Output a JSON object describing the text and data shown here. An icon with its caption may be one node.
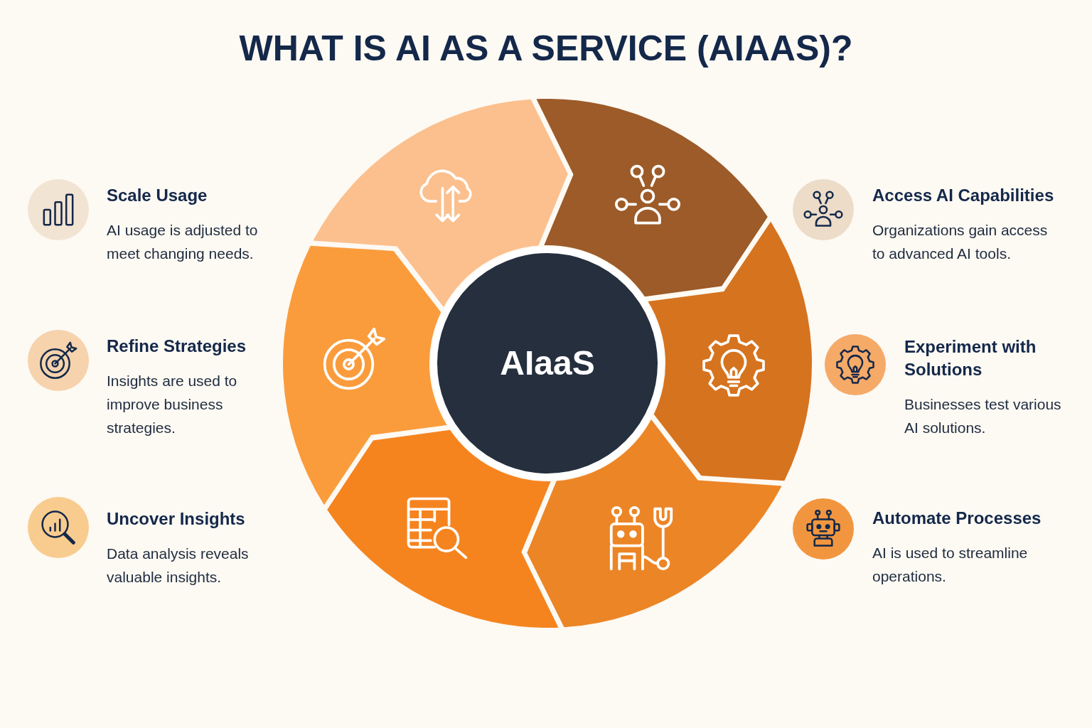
{
  "diagram": {
    "title": "WHAT IS AI AS A SERVICE (AIAAS)?",
    "nodes": [
      {
        "text": [],
        "shape": "circle",
        "beside": [
          "Scale Usage",
          "AI usage is adjusted to meet changing needs."
        ]
      },
      {
        "text": [],
        "shape": "circle",
        "beside": [
          "Refine Strategies",
          "Insights are used to improve business strategies."
        ]
      },
      {
        "text": [],
        "shape": "circle",
        "beside": [
          "Uncover Insights",
          "Data analysis reveals valuable insights."
        ]
      },
      {
        "text": [],
        "shape": "segment"
      },
      {
        "text": [],
        "shape": "segment"
      },
      {
        "text": [],
        "shape": "segment"
      },
      {
        "text": [],
        "shape": "segment"
      },
      {
        "text": [],
        "shape": "segment"
      },
      {
        "text": [],
        "shape": "segment"
      },
      {
        "text": [
          "AIaaS"
        ]
      },
      {
        "text": [],
        "shape": "circle",
        "beside": [
          "Access AI Capabilities",
          "Organizations gain access to advanced AI tools."
        ]
      },
      {
        "text": [],
        "shape": "circle",
        "beside": [
          "Experiment with Solutions",
          "Businesses test various AI solutions."
        ]
      },
      {
        "text": [],
        "shape": "circle",
        "beside": [
          "Automate Processes",
          "AI is used to streamline operations."
        ]
      }
    ]
  }
}
